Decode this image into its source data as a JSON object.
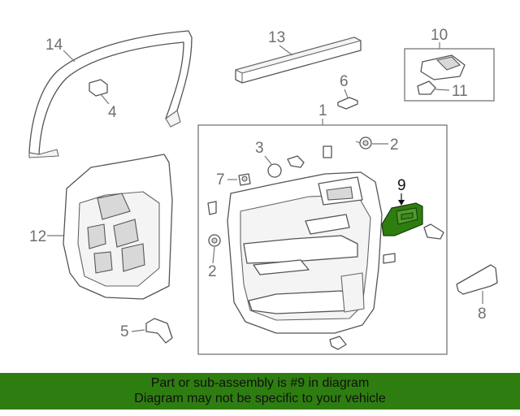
{
  "callouts": {
    "c1": "1",
    "c2a": "2",
    "c2b": "2",
    "c3": "3",
    "c4": "4",
    "c5": "5",
    "c6": "6",
    "c7": "7",
    "c8": "8",
    "c9": "9",
    "c10": "10",
    "c11": "11",
    "c12": "12",
    "c13": "13",
    "c14": "14"
  },
  "highlight_part": "9",
  "colors": {
    "highlight": "#2e7d10",
    "banner_bg": "#2e7d10",
    "line": "#555555",
    "label": "#6f6f6f"
  },
  "banner": {
    "line1": "Part or sub-assembly is #9 in diagram",
    "line2": "Diagram may not be specific to your vehicle"
  }
}
